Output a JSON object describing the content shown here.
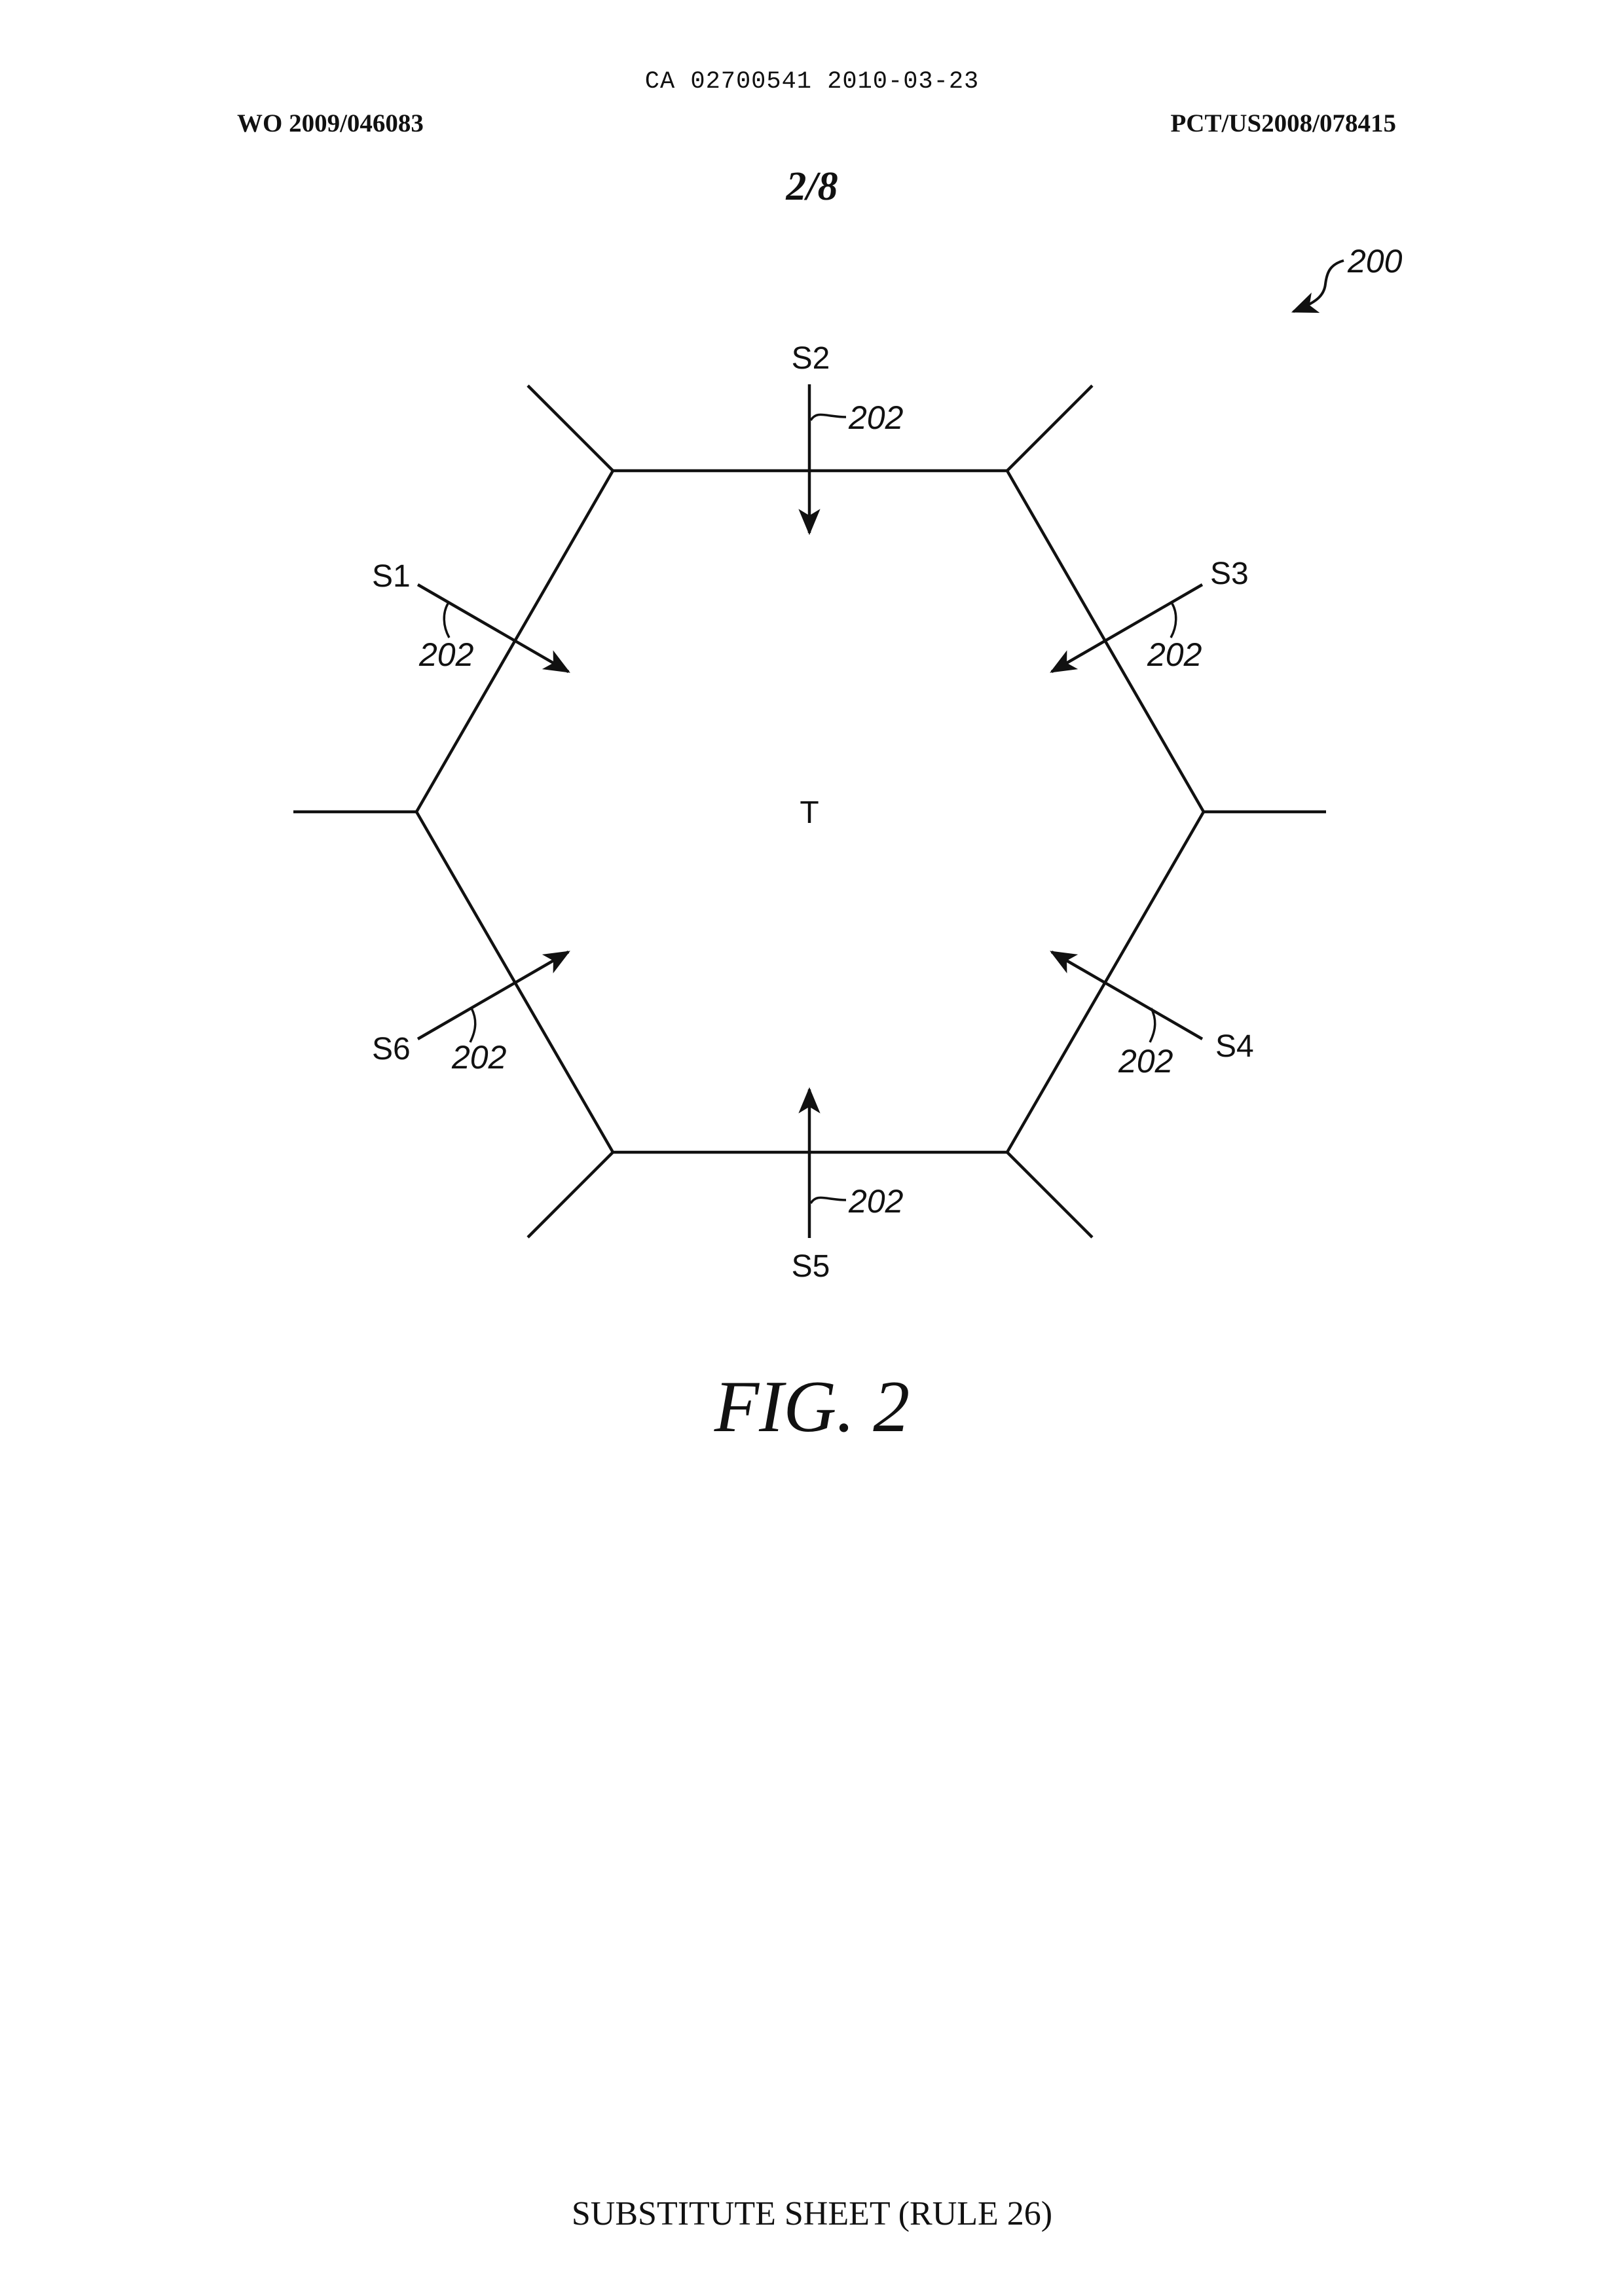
{
  "header": {
    "ca_number": "CA 02700541 2010-03-23",
    "wo_number": "WO 2009/046083",
    "pct_number": "PCT/US2008/078415"
  },
  "sheet": {
    "page": "2/8"
  },
  "figure": {
    "ref_numeral": "200",
    "target_label": "T",
    "sensors": [
      {
        "label": "S1",
        "ref": "202"
      },
      {
        "label": "S2",
        "ref": "202"
      },
      {
        "label": "S3",
        "ref": "202"
      },
      {
        "label": "S4",
        "ref": "202"
      },
      {
        "label": "S5",
        "ref": "202"
      },
      {
        "label": "S6",
        "ref": "202"
      }
    ],
    "caption": "FIG. 2"
  },
  "footer": {
    "text": "SUBSTITUTE SHEET (RULE 26)"
  }
}
